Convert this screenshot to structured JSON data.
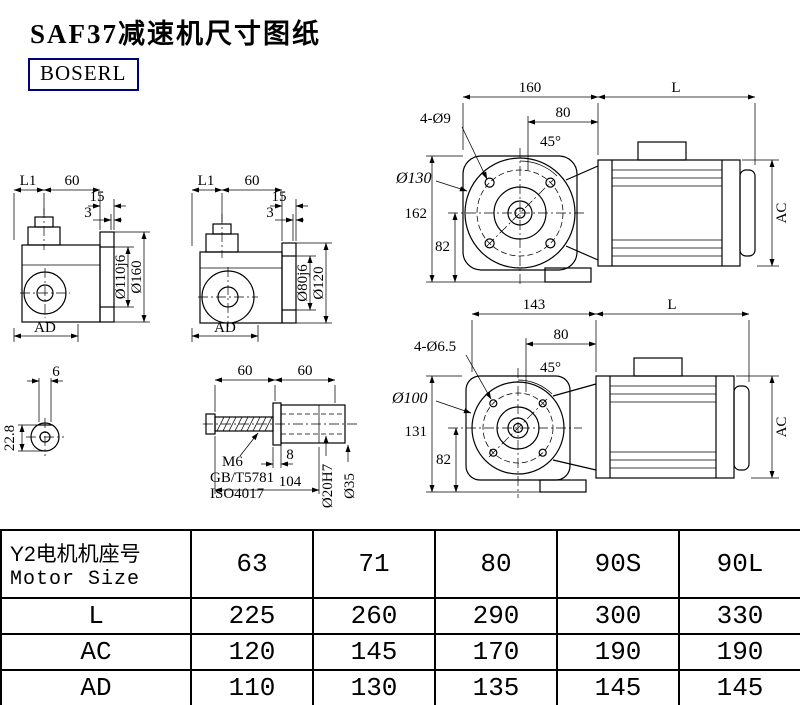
{
  "title": "SAF37减速机尺寸图纸",
  "logo": "BOSERL",
  "views": {
    "side_a": {
      "l1": "L1",
      "w60": "60",
      "t15": "15",
      "t3": "3",
      "boss": "Ø110j6",
      "od": "Ø160",
      "ad": "AD"
    },
    "side_b": {
      "l1": "L1",
      "w60": "60",
      "t15": "15",
      "t3": "3",
      "boss": "Ø80j6",
      "od": "Ø120",
      "ad": "AD"
    },
    "front_a": {
      "w160": "160",
      "l": "L",
      "holes": "4-Ø9",
      "w80": "80",
      "ang": "45°",
      "dia": "Ø130",
      "h162": "162",
      "h82": "82",
      "ac": "AC"
    },
    "front_b": {
      "w143": "143",
      "l": "L",
      "holes": "4-Ø6.5",
      "w80": "80",
      "ang": "45°",
      "dia": "Ø100",
      "h131": "131",
      "h82": "82",
      "ac": "AC"
    },
    "shaft_end": {
      "w6": "6",
      "h228": "22.8"
    },
    "shaft": {
      "seg1": "60",
      "seg2": "60",
      "thread": "M6",
      "std1": "GB/T5781",
      "std2": "ISO4017",
      "w8": "8",
      "l104": "104",
      "bore": "Ø20H7",
      "od": "Ø35"
    }
  },
  "table": {
    "header_cn": "Y2电机机座号",
    "header_en": "Motor Size",
    "columns": [
      "63",
      "71",
      "80",
      "90S",
      "90L"
    ],
    "rows": [
      {
        "label": "L",
        "values": [
          "225",
          "260",
          "290",
          "300",
          "330"
        ]
      },
      {
        "label": "AC",
        "values": [
          "120",
          "145",
          "170",
          "190",
          "190"
        ]
      },
      {
        "label": "AD",
        "values": [
          "110",
          "130",
          "135",
          "145",
          "145"
        ]
      }
    ]
  }
}
